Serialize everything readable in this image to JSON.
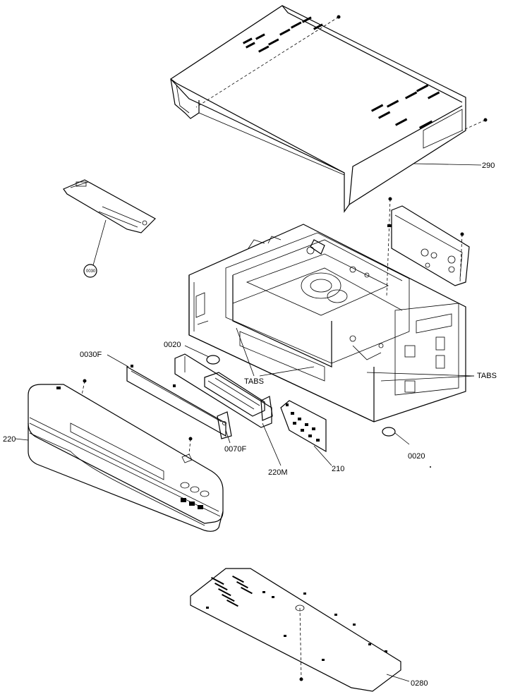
{
  "labels": {
    "top_cover": "290",
    "holder": "0030",
    "foot_left": "0020",
    "shield": "0030F",
    "front_panel": "220",
    "bracket": "0070F",
    "display_board": "220M",
    "jack_board": "210",
    "foot_right": "0020",
    "tabs_left": "TABS",
    "tabs_right": "TABS",
    "bottom_plate": "0280"
  }
}
